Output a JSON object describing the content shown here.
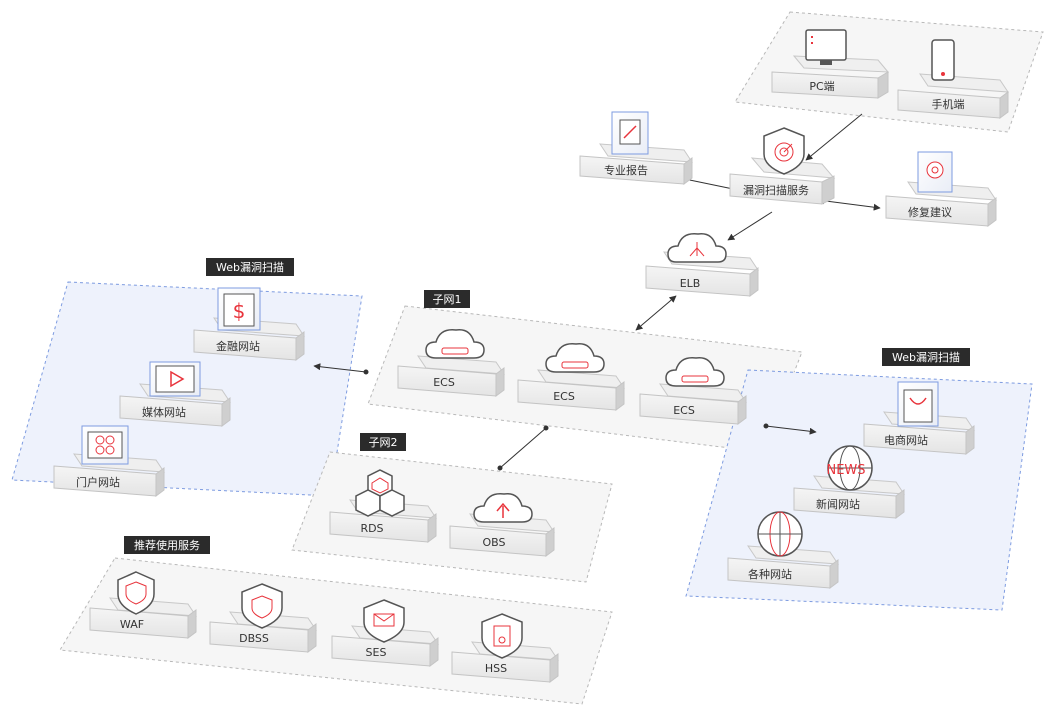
{
  "zones": {
    "web_scan_left_title": "Web漏洞扫描",
    "web_scan_right_title": "Web漏洞扫描",
    "subnet1_title": "子网1",
    "subnet2_title": "子网2",
    "recommended_title": "推荐使用服务"
  },
  "clients": {
    "pc": "PC端",
    "mobile": "手机端"
  },
  "scan_service": {
    "center": "漏洞扫描服务",
    "report": "专业报告",
    "repair": "修复建议"
  },
  "elb": "ELB",
  "subnet1": {
    "ecs_1": "ECS",
    "ecs_2": "ECS",
    "ecs_3": "ECS"
  },
  "subnet2": {
    "rds": "RDS",
    "obs": "OBS"
  },
  "left_sites": {
    "finance": "金融网站",
    "media": "媒体网站",
    "portal": "门户网站"
  },
  "right_sites": {
    "ecommerce": "电商网站",
    "news": "新闻网站",
    "various": "各种网站"
  },
  "news_icon_text": "NEWS",
  "recommended": {
    "waf": "WAF",
    "dbss": "DBSS",
    "ses": "SES",
    "hss": "HSS"
  },
  "colors": {
    "accent": "#e8343c",
    "tag_bg": "#2b2b2b",
    "blue_zone_fill": "#eef2fc",
    "blue_zone_stroke": "#7d9be0",
    "gray_zone_fill": "#f6f6f6",
    "gray_zone_stroke": "#b8b8b8",
    "platform_top": "#ececec",
    "platform_front": "#d8d8d8",
    "platform_side": "#c4c4c4"
  },
  "icons": {
    "pc": "monitor-icon",
    "mobile": "phone-icon",
    "scan": "shield-radar-icon",
    "report": "document-icon",
    "repair": "gear-document-icon",
    "elb": "cloud-balancer-icon",
    "ecs": "cloud-server-icon",
    "rds": "hexagon-cluster-icon",
    "obs": "cloud-upload-icon",
    "finance": "dollar-card-icon",
    "media": "play-monitor-icon",
    "portal": "grid-monitor-icon",
    "ecommerce": "shopping-bag-icon",
    "news": "news-globe-icon",
    "various": "globe-icon",
    "waf": "shield-icon",
    "dbss": "shield-icon",
    "ses": "shield-mail-icon",
    "hss": "shield-doc-icon"
  }
}
